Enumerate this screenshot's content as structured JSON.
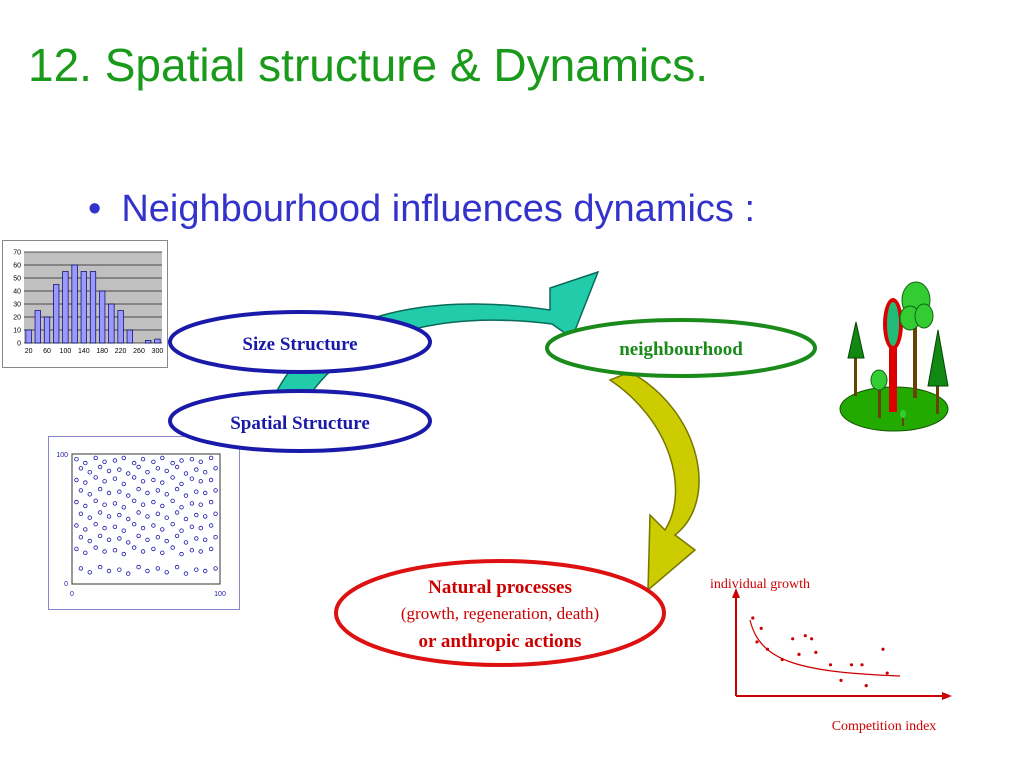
{
  "slide": {
    "title": "12. Spatial structure & Dynamics.",
    "bullet": "Neighbourhood influences dynamics :"
  },
  "nodes": {
    "size_structure": "Size Structure",
    "spatial_structure": "Spatial Structure",
    "neighbourhood": "neighbourhood",
    "natural_line1": "Natural processes",
    "natural_line2": "(growth, regeneration, death)",
    "natural_line3": "or anthropic actions"
  },
  "colors": {
    "title": "#1a9a1a",
    "bullet": "#3333cc",
    "size_ellipse": "#1a1aaa",
    "spatial_ellipse": "#1a1aaa",
    "neighbourhood_ellipse": "#1a8a1a",
    "natural_ellipse": "#dd1111",
    "arrow_top": "#22ccaa",
    "arrow_right": "#cccc00",
    "natural_text": "#cc0000",
    "growth_text": "#cc0000"
  },
  "chart_data": [
    {
      "type": "bar",
      "categories": [
        "20",
        "40",
        "60",
        "80",
        "100",
        "120",
        "140",
        "160",
        "180",
        "200",
        "220",
        "240",
        "260",
        "280",
        "300"
      ],
      "x_tick_labels": [
        "20",
        "60",
        "100",
        "140",
        "180",
        "220",
        "260",
        "300"
      ],
      "values": [
        10,
        25,
        20,
        45,
        55,
        60,
        55,
        55,
        40,
        30,
        25,
        10,
        0,
        2,
        3
      ],
      "ylim": [
        0,
        70
      ],
      "y_ticks": [
        "0",
        "10",
        "20",
        "30",
        "40",
        "50",
        "60",
        "70"
      ],
      "grid": true
    },
    {
      "type": "scatter",
      "xlim": [
        0,
        100
      ],
      "ylim": [
        0,
        100
      ],
      "x_tick_labels": [
        "0",
        "100"
      ],
      "y_tick_labels": [
        "0",
        "100"
      ],
      "series": [
        {
          "marker": "open-circle",
          "x": [
            3,
            9,
            16,
            22,
            29,
            35,
            42,
            48,
            55,
            61,
            68,
            74,
            81,
            87,
            94,
            6,
            12,
            19,
            25,
            32,
            38,
            45,
            51,
            58,
            64,
            71,
            77,
            84,
            90,
            97,
            3,
            9,
            16,
            22,
            29,
            35,
            42,
            48,
            55,
            61,
            68,
            74,
            81,
            87,
            94,
            6,
            12,
            19,
            25,
            32,
            38,
            45,
            51,
            58,
            64,
            71,
            77,
            84,
            90,
            97,
            3,
            9,
            16,
            22,
            29,
            35,
            42,
            48,
            55,
            61,
            68,
            74,
            81,
            87,
            94,
            6,
            12,
            19,
            25,
            32,
            38,
            45,
            51,
            58,
            64,
            71,
            77,
            84,
            90,
            97,
            3,
            9,
            16,
            22,
            29,
            35,
            42,
            48,
            55,
            61,
            68,
            74,
            81,
            87,
            94,
            6,
            12,
            19,
            25,
            32,
            38,
            45,
            51,
            58,
            64,
            71,
            77,
            84,
            90,
            97,
            3,
            9,
            16,
            22,
            29,
            35,
            42,
            48,
            55,
            61,
            68,
            74,
            81,
            87,
            94,
            6,
            12,
            19,
            25,
            32,
            38,
            45,
            51,
            58,
            64,
            71,
            77,
            84,
            90,
            97
          ],
          "y": [
            96,
            93,
            97,
            94,
            95,
            97,
            93,
            96,
            94,
            97,
            93,
            95,
            96,
            94,
            97,
            89,
            86,
            90,
            87,
            88,
            85,
            90,
            86,
            89,
            87,
            90,
            85,
            88,
            86,
            89,
            80,
            78,
            82,
            79,
            81,
            77,
            82,
            79,
            80,
            78,
            82,
            77,
            81,
            79,
            80,
            72,
            69,
            73,
            70,
            71,
            68,
            73,
            70,
            72,
            69,
            73,
            68,
            71,
            70,
            72,
            63,
            60,
            64,
            61,
            62,
            59,
            64,
            61,
            63,
            60,
            64,
            59,
            62,
            61,
            63,
            54,
            51,
            55,
            52,
            53,
            50,
            55,
            52,
            54,
            51,
            55,
            50,
            53,
            52,
            54,
            45,
            42,
            46,
            43,
            44,
            41,
            46,
            43,
            45,
            42,
            46,
            41,
            44,
            43,
            45,
            36,
            33,
            37,
            34,
            35,
            32,
            37,
            34,
            36,
            33,
            37,
            32,
            35,
            34,
            36,
            27,
            24,
            28,
            25,
            26,
            23,
            28,
            25,
            27,
            24,
            28,
            23,
            26,
            25,
            27,
            12,
            9,
            13,
            10,
            11,
            8,
            13,
            10,
            12,
            9,
            13,
            8,
            11,
            10,
            12
          ]
        }
      ]
    },
    {
      "type": "scatter",
      "ylabel": "individual growth",
      "xlabel": "Competition index",
      "series": [
        {
          "marker": "dot",
          "x": [
            8,
            10,
            12,
            15,
            22,
            27,
            30,
            33,
            36,
            38,
            45,
            50,
            55,
            60,
            62,
            70,
            72
          ],
          "y": [
            75,
            52,
            65,
            45,
            35,
            55,
            40,
            58,
            55,
            42,
            30,
            15,
            30,
            30,
            10,
            45,
            22
          ]
        }
      ],
      "trend": "decreasing curve"
    }
  ]
}
